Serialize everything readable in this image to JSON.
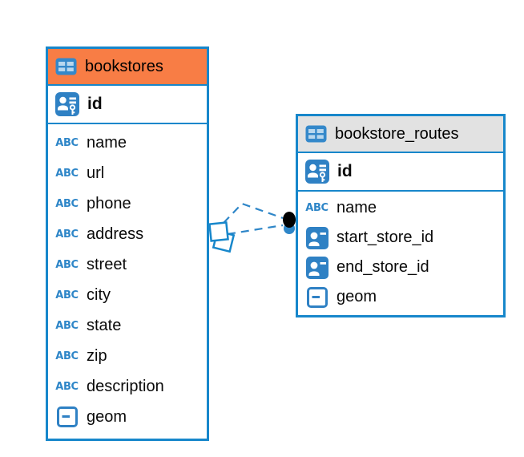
{
  "colors": {
    "table_border": "#1787CB",
    "bookstores_header_bg": "#F87D45",
    "routes_header_bg": "#E2E2E2",
    "icon_blue": "#2F81C4",
    "relation_line": "#2E86C8",
    "relation_dot": "#000000",
    "text": "#000000"
  },
  "icons": {
    "text_type_glyph": "ABC"
  },
  "tables": [
    {
      "name": "bookstores",
      "columns": [
        {
          "name": "id",
          "type": "primary-key"
        },
        {
          "name": "name",
          "type": "text"
        },
        {
          "name": "url",
          "type": "text"
        },
        {
          "name": "phone",
          "type": "text"
        },
        {
          "name": "address",
          "type": "text"
        },
        {
          "name": "street",
          "type": "text"
        },
        {
          "name": "city",
          "type": "text"
        },
        {
          "name": "state",
          "type": "text"
        },
        {
          "name": "zip",
          "type": "text"
        },
        {
          "name": "description",
          "type": "text"
        },
        {
          "name": "geom",
          "type": "geometry"
        }
      ]
    },
    {
      "name": "bookstore_routes",
      "columns": [
        {
          "name": "id",
          "type": "primary-key"
        },
        {
          "name": "name",
          "type": "text"
        },
        {
          "name": "start_store_id",
          "type": "reference"
        },
        {
          "name": "end_store_id",
          "type": "reference"
        },
        {
          "name": "geom",
          "type": "geometry"
        }
      ]
    }
  ],
  "relation": {
    "from_table": "bookstores",
    "to_table": "bookstore_routes",
    "line_style": "dashed"
  }
}
